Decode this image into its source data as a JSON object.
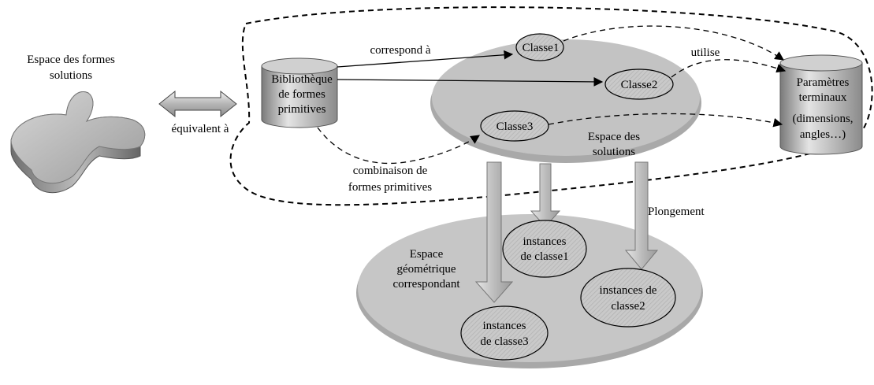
{
  "left_shape": {
    "label_line1": "Espace des formes",
    "label_line2": "solutions"
  },
  "equivalence": {
    "label": "équivalent à"
  },
  "library": {
    "line1": "Bibliothèque",
    "line2": "de formes",
    "line3": "primitives"
  },
  "parameters": {
    "line1": "Paramètres",
    "line2": "terminaux",
    "line3": "(dimensions,",
    "line4": "angles…)"
  },
  "solution_space": {
    "line1": "Espace des",
    "line2": "solutions"
  },
  "classes": {
    "c1": "Classe1",
    "c2": "Classe2",
    "c3": "Classe3"
  },
  "relations": {
    "corresponds": "correspond à",
    "uses": "utilise",
    "combination_line1": "combinaison de",
    "combination_line2": "formes primitives",
    "embedding": "Plongement"
  },
  "geometric_space": {
    "line1": "Espace",
    "line2": "géométrique",
    "line3": "correspondant"
  },
  "instances": {
    "i1_line1": "instances",
    "i1_line2": "de classe1",
    "i2_line1": "instances de",
    "i2_line2": "classe2",
    "i3_line1": "instances",
    "i3_line2": "de classe3"
  },
  "colors": {
    "disc_fill": "#c0c0c0",
    "disc_edge": "#9a9a9a",
    "arrow_fill": "#cfcfcf",
    "ink": "#000000"
  }
}
